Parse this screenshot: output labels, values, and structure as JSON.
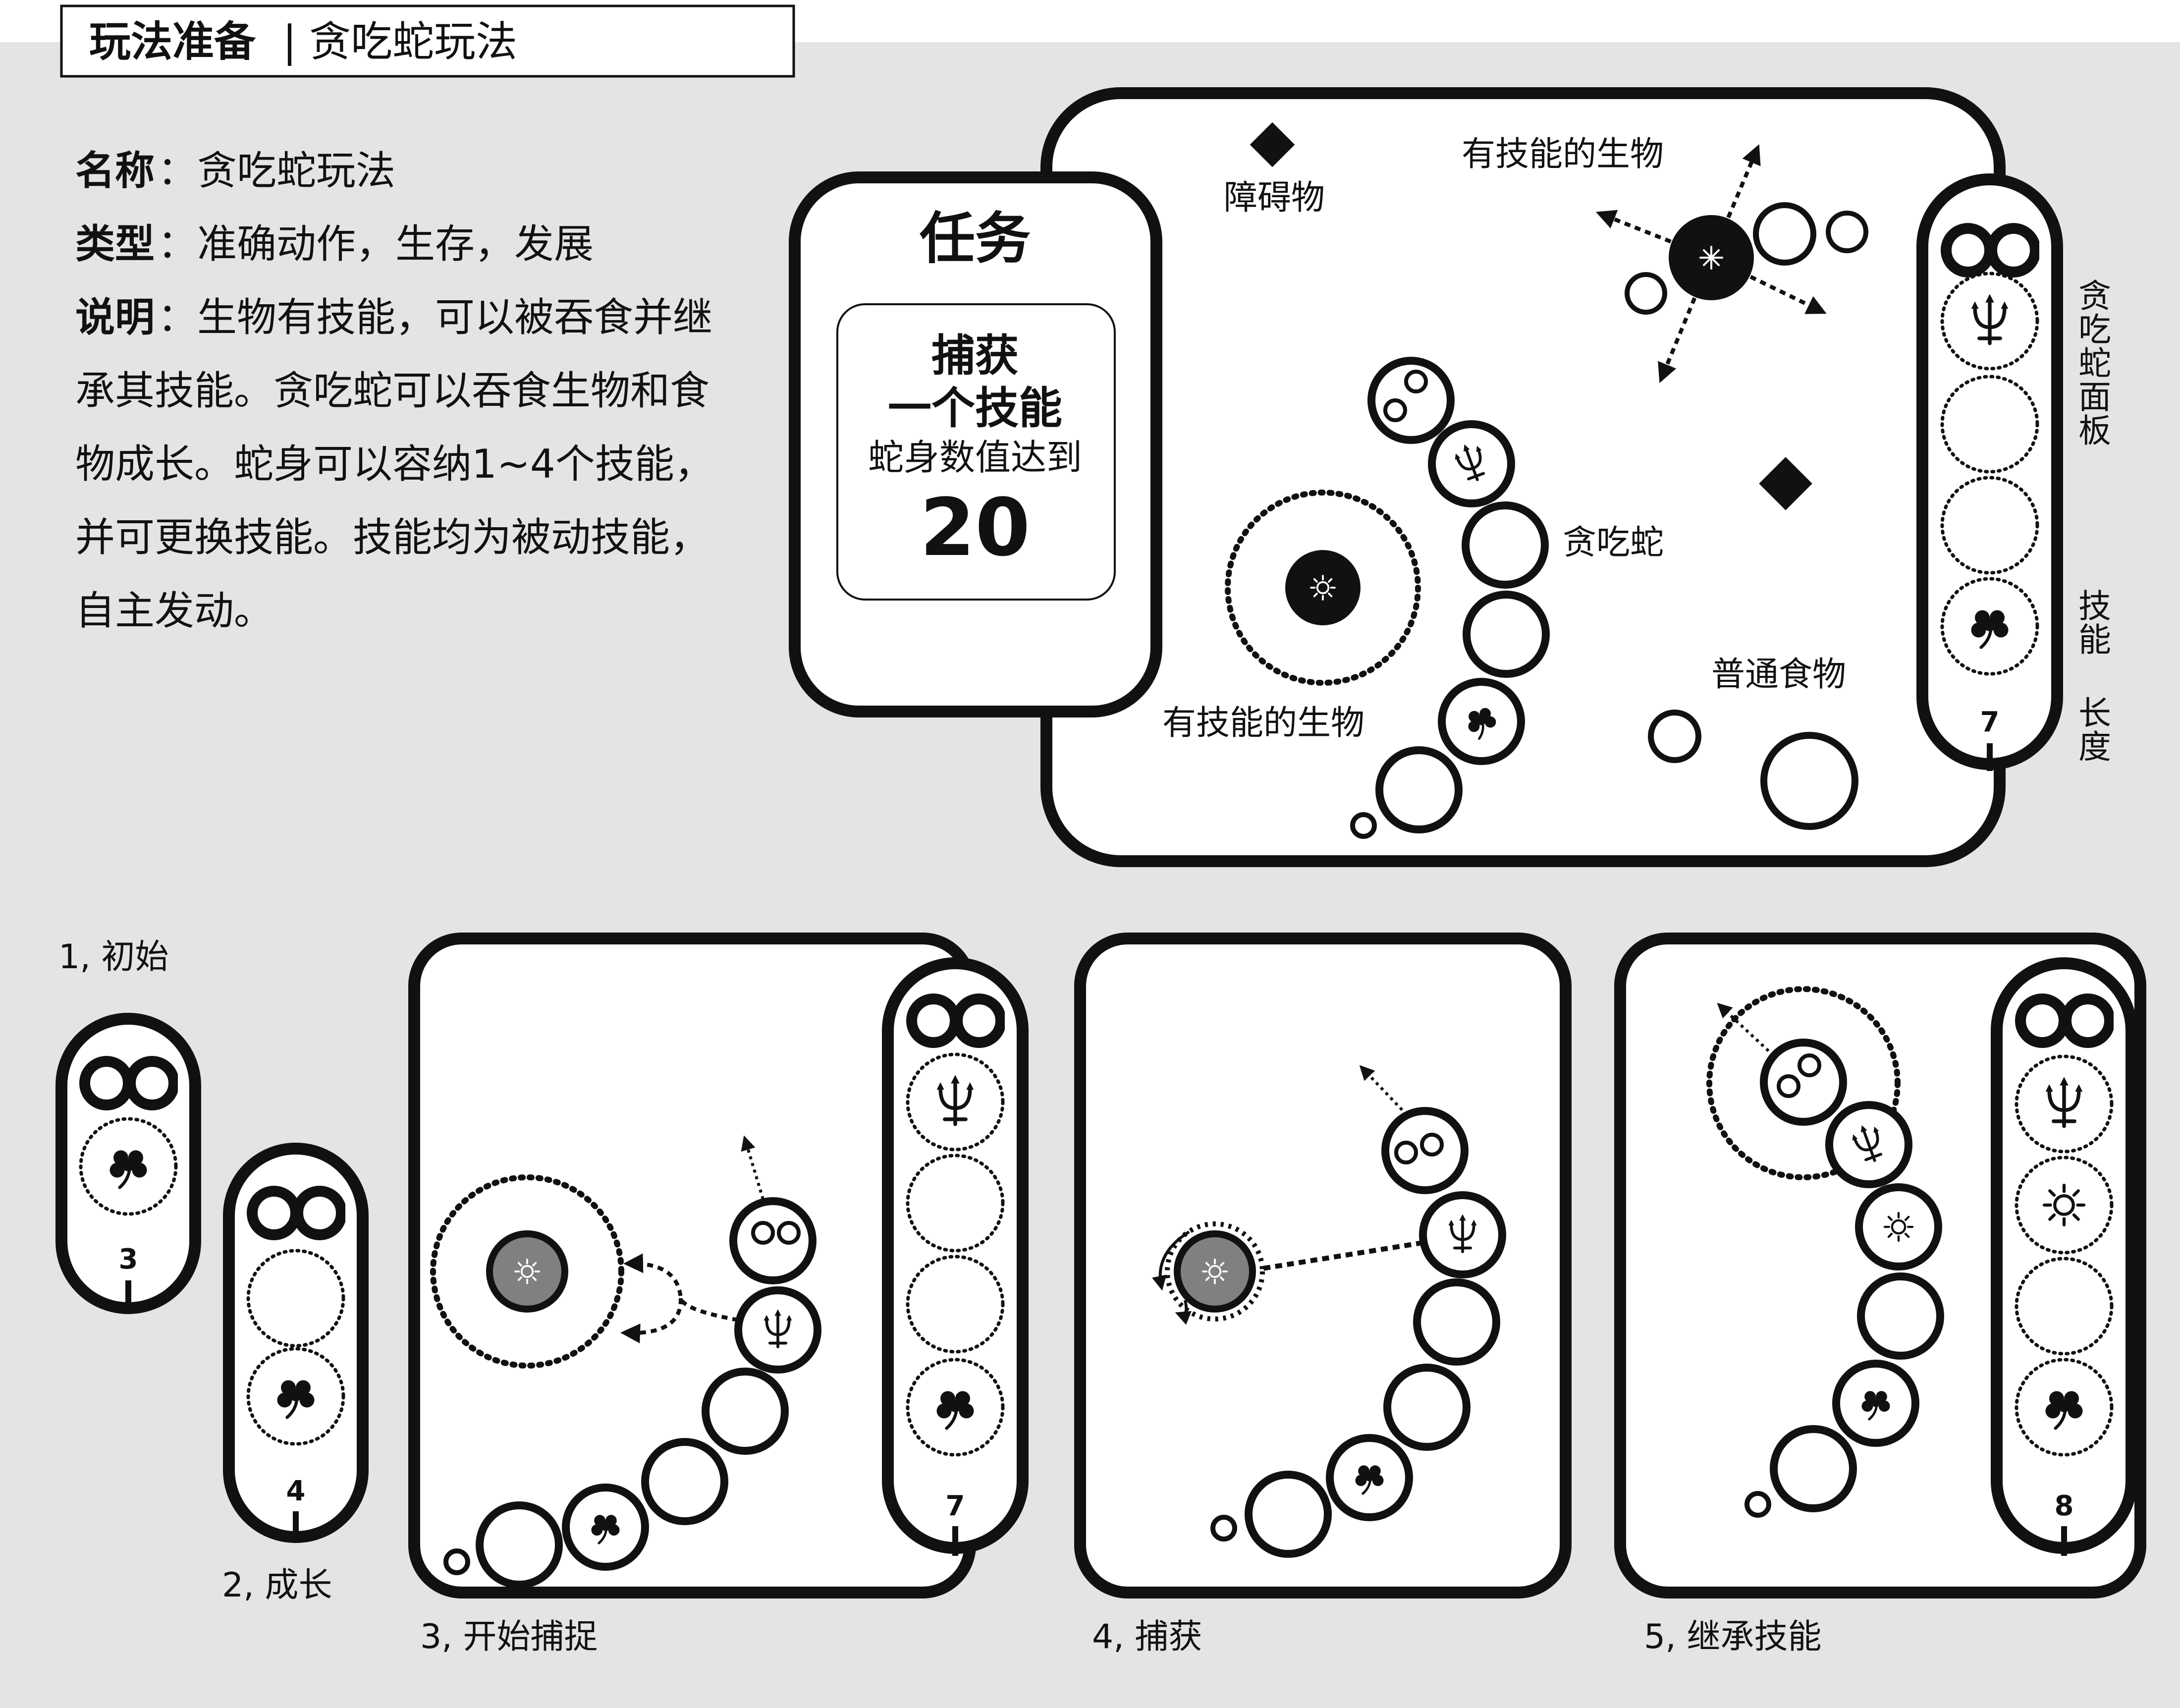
{
  "header": {
    "title_bold": "玩法准备",
    "separator": "|",
    "title_rest": "贪吃蛇玩法"
  },
  "info": {
    "name_label": "名称",
    "name_value": "：贪吃蛇玩法",
    "type_label": "类型",
    "type_value": "：准确动作，生存，发展",
    "desc_label": "说明",
    "desc_lines": [
      "：生物有技能，可以被吞食并继",
      "承其技能。贪吃蛇可以吞食生物和食",
      "物成长。蛇身可以容纳1~4个技能，",
      "并可更换技能。技能均为被动技能，",
      "自主发动。"
    ]
  },
  "task_card": {
    "title": "任务",
    "line1": "捕获",
    "line2": "一个技能",
    "line3": "蛇身数值达到",
    "value": "20"
  },
  "main_scene": {
    "obstacle_label": "障碍物",
    "creature_label_top": "有技能的生物",
    "creature_label_left": "有技能的生物",
    "snake_label": "贪吃蛇",
    "food_label": "普通食物",
    "panel_label_chars": [
      "贪",
      "吃",
      "蛇",
      "面",
      "板"
    ],
    "skill_label_chars": [
      "技",
      "能"
    ],
    "length_label_chars": [
      "长",
      "度"
    ],
    "panel_length": "7"
  },
  "steps": {
    "s1_label": "1, 初始",
    "s1_length": "3",
    "s2_label": "2, 成长",
    "s2_length": "4",
    "s3_label": "3, 开始捕捉",
    "s3_length": "7",
    "s4_label": "4, 捕获",
    "s5_label": "5, 继承技能",
    "s5_length": "8"
  },
  "icons": {
    "eyes": "eyes-icon",
    "trident": "trident-icon",
    "clover": "clover-icon",
    "sun": "sun-icon",
    "cross": "star-cross-icon",
    "obstacle": "diamond-icon"
  },
  "colors": {
    "background": "#e4e4e4",
    "panel": "#ffffff",
    "ink": "#111111",
    "creature_gray": "#808080"
  }
}
